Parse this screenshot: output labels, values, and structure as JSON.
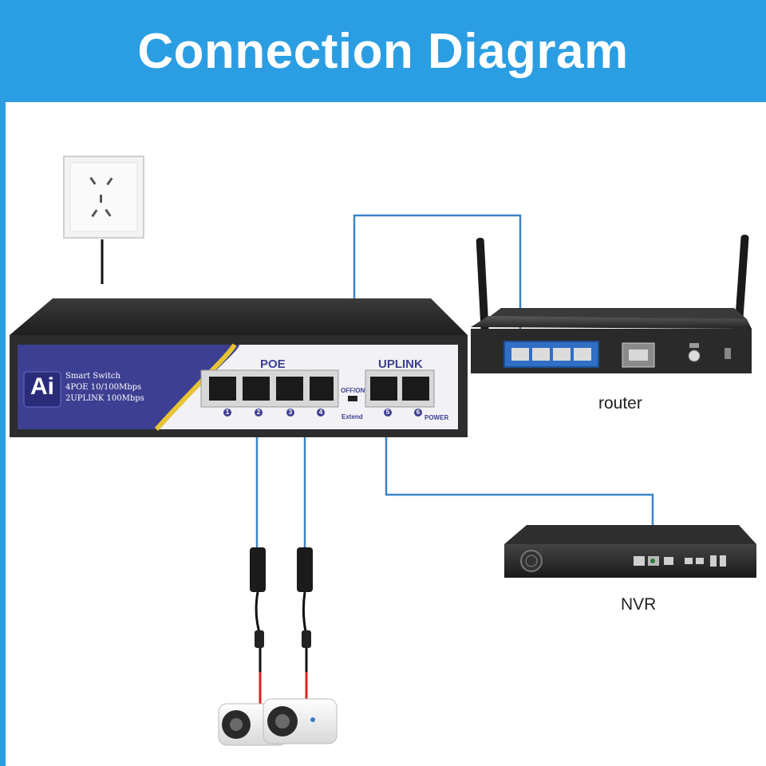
{
  "title": "Connection Diagram",
  "switch": {
    "logo": "Ai",
    "model_line1": "Smart Switch",
    "model_line2": "4POE 10/100Mbps",
    "model_line3": "2UPLINK 100Mbps",
    "poe_label": "POE",
    "uplink_label": "UPLINK",
    "switch_label": "OFF/ON",
    "extend_label": "Extend",
    "power_label": "POWER",
    "port_numbers": [
      "1",
      "2",
      "3",
      "4",
      "5",
      "6"
    ]
  },
  "router_label": "router",
  "nvr_label": "NVR",
  "colors": {
    "header": "#2b9ee3",
    "cable": "#3a86c8",
    "switch_panel": "#3d3f93",
    "switch_body": "#2a2a2a"
  }
}
